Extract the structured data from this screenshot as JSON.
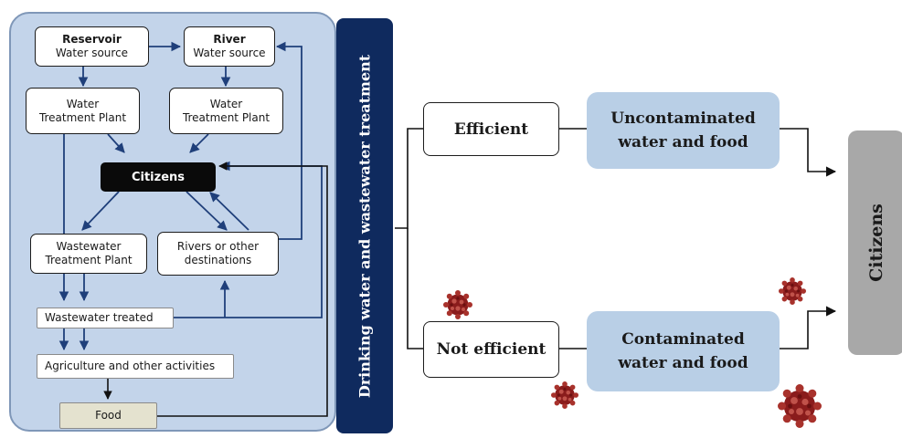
{
  "left_panel": {
    "reservoir": {
      "title": "Reservoir",
      "subtitle": "Water source"
    },
    "river": {
      "title": "River",
      "subtitle": "Water source"
    },
    "wtp_left": "Water Treatment Plant",
    "wtp_right": "Water Treatment Plant",
    "citizens": "Citizens",
    "wastewater_plant": "Wastewater Treatment Plant",
    "rivers_other": "Rivers or other destinations",
    "wastewater_treated": "Wastewater treated",
    "agriculture": "Agriculture and other activities",
    "food": "Food"
  },
  "band": {
    "label": "Drinking water and wastewater treatment",
    "color": "#0f2a5e"
  },
  "outcomes": {
    "efficient": "Efficient",
    "not_efficient": "Not efficient",
    "uncontaminated": [
      "Uncontaminated",
      "water and food"
    ],
    "contaminated": [
      "Contaminated",
      "water and food"
    ]
  },
  "citizens_right": "Citizens",
  "colors": {
    "panel": "#c3d4ea",
    "outcome_box": "#b9cfe6",
    "citizens_bar": "#a8a8a8",
    "virus": "#8a1c1c"
  },
  "icons": [
    "virus-icon"
  ]
}
